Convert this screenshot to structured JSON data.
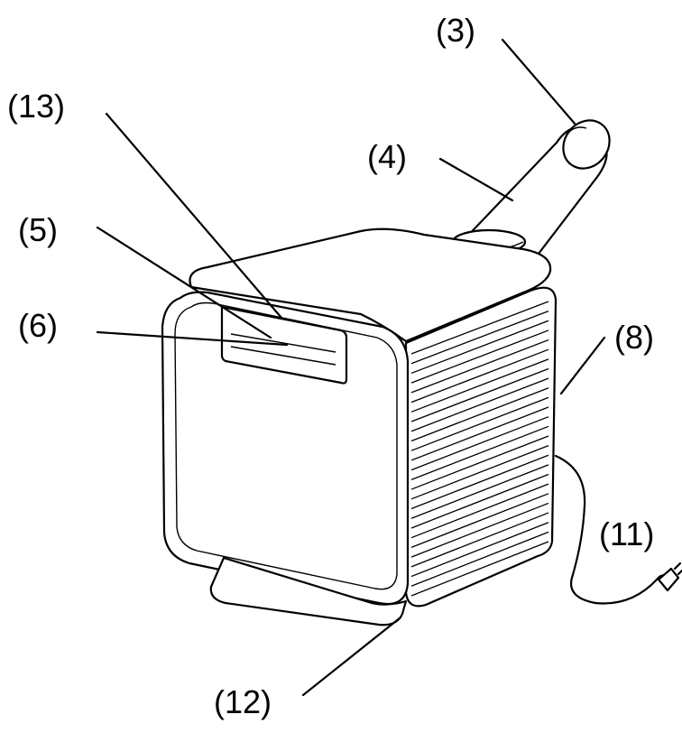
{
  "callouts": [
    {
      "id": "3",
      "label": "(3)"
    },
    {
      "id": "4",
      "label": "(4)"
    },
    {
      "id": "13",
      "label": "(13)"
    },
    {
      "id": "5",
      "label": "(5)"
    },
    {
      "id": "6",
      "label": "(6)"
    },
    {
      "id": "8",
      "label": "(8)"
    },
    {
      "id": "11",
      "label": "(11)"
    },
    {
      "id": "12",
      "label": "(12)"
    }
  ]
}
